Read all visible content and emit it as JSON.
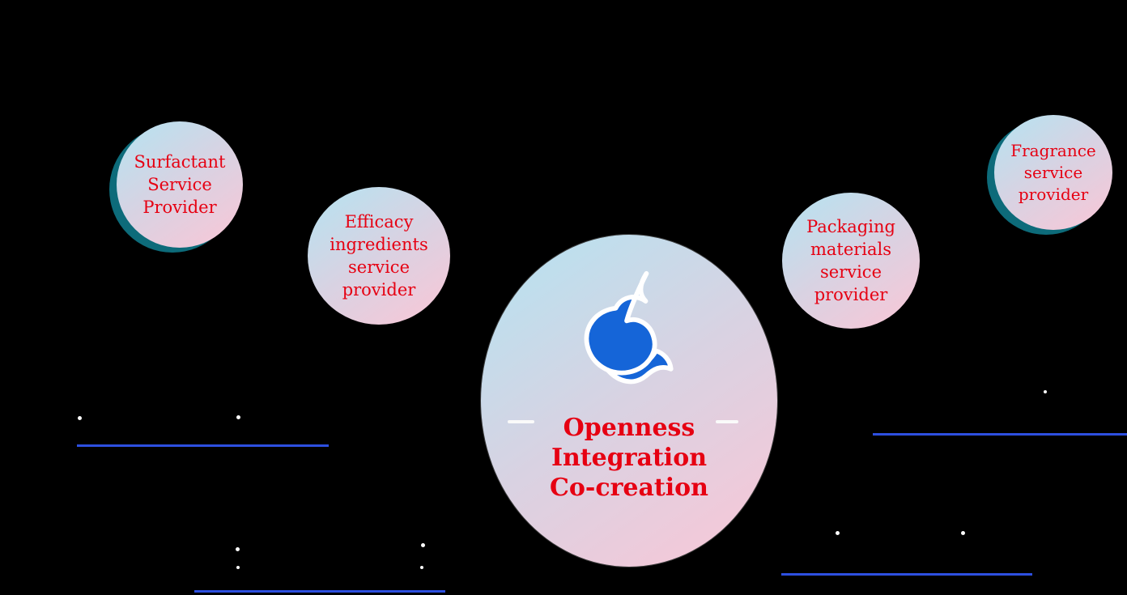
{
  "background_color": "#000000",
  "palette": {
    "text_red": "#e60012",
    "line_blue": "#2d4fe0",
    "whale_blue": "#1565d8",
    "bubble_gradient_start": "#b7e2f0",
    "bubble_gradient_end": "#f8c7d7",
    "bubble_shadow_teal": "#0d6b7a",
    "dot_white": "#fbfbfb"
  },
  "center": {
    "icon": "whale-logo",
    "lines": [
      "Openness",
      "Integration",
      "Co-creation"
    ]
  },
  "satellites": [
    {
      "id": "surfactant",
      "lines": [
        "Surfactant",
        "Service",
        "Provider"
      ]
    },
    {
      "id": "efficacy",
      "lines": [
        "Efficacy",
        "ingredients",
        "service",
        "provider"
      ]
    },
    {
      "id": "packaging",
      "lines": [
        "Packaging",
        "materials",
        "service",
        "provider"
      ]
    },
    {
      "id": "fragrance",
      "lines": [
        "Fragrance",
        "service",
        "provider"
      ]
    }
  ]
}
